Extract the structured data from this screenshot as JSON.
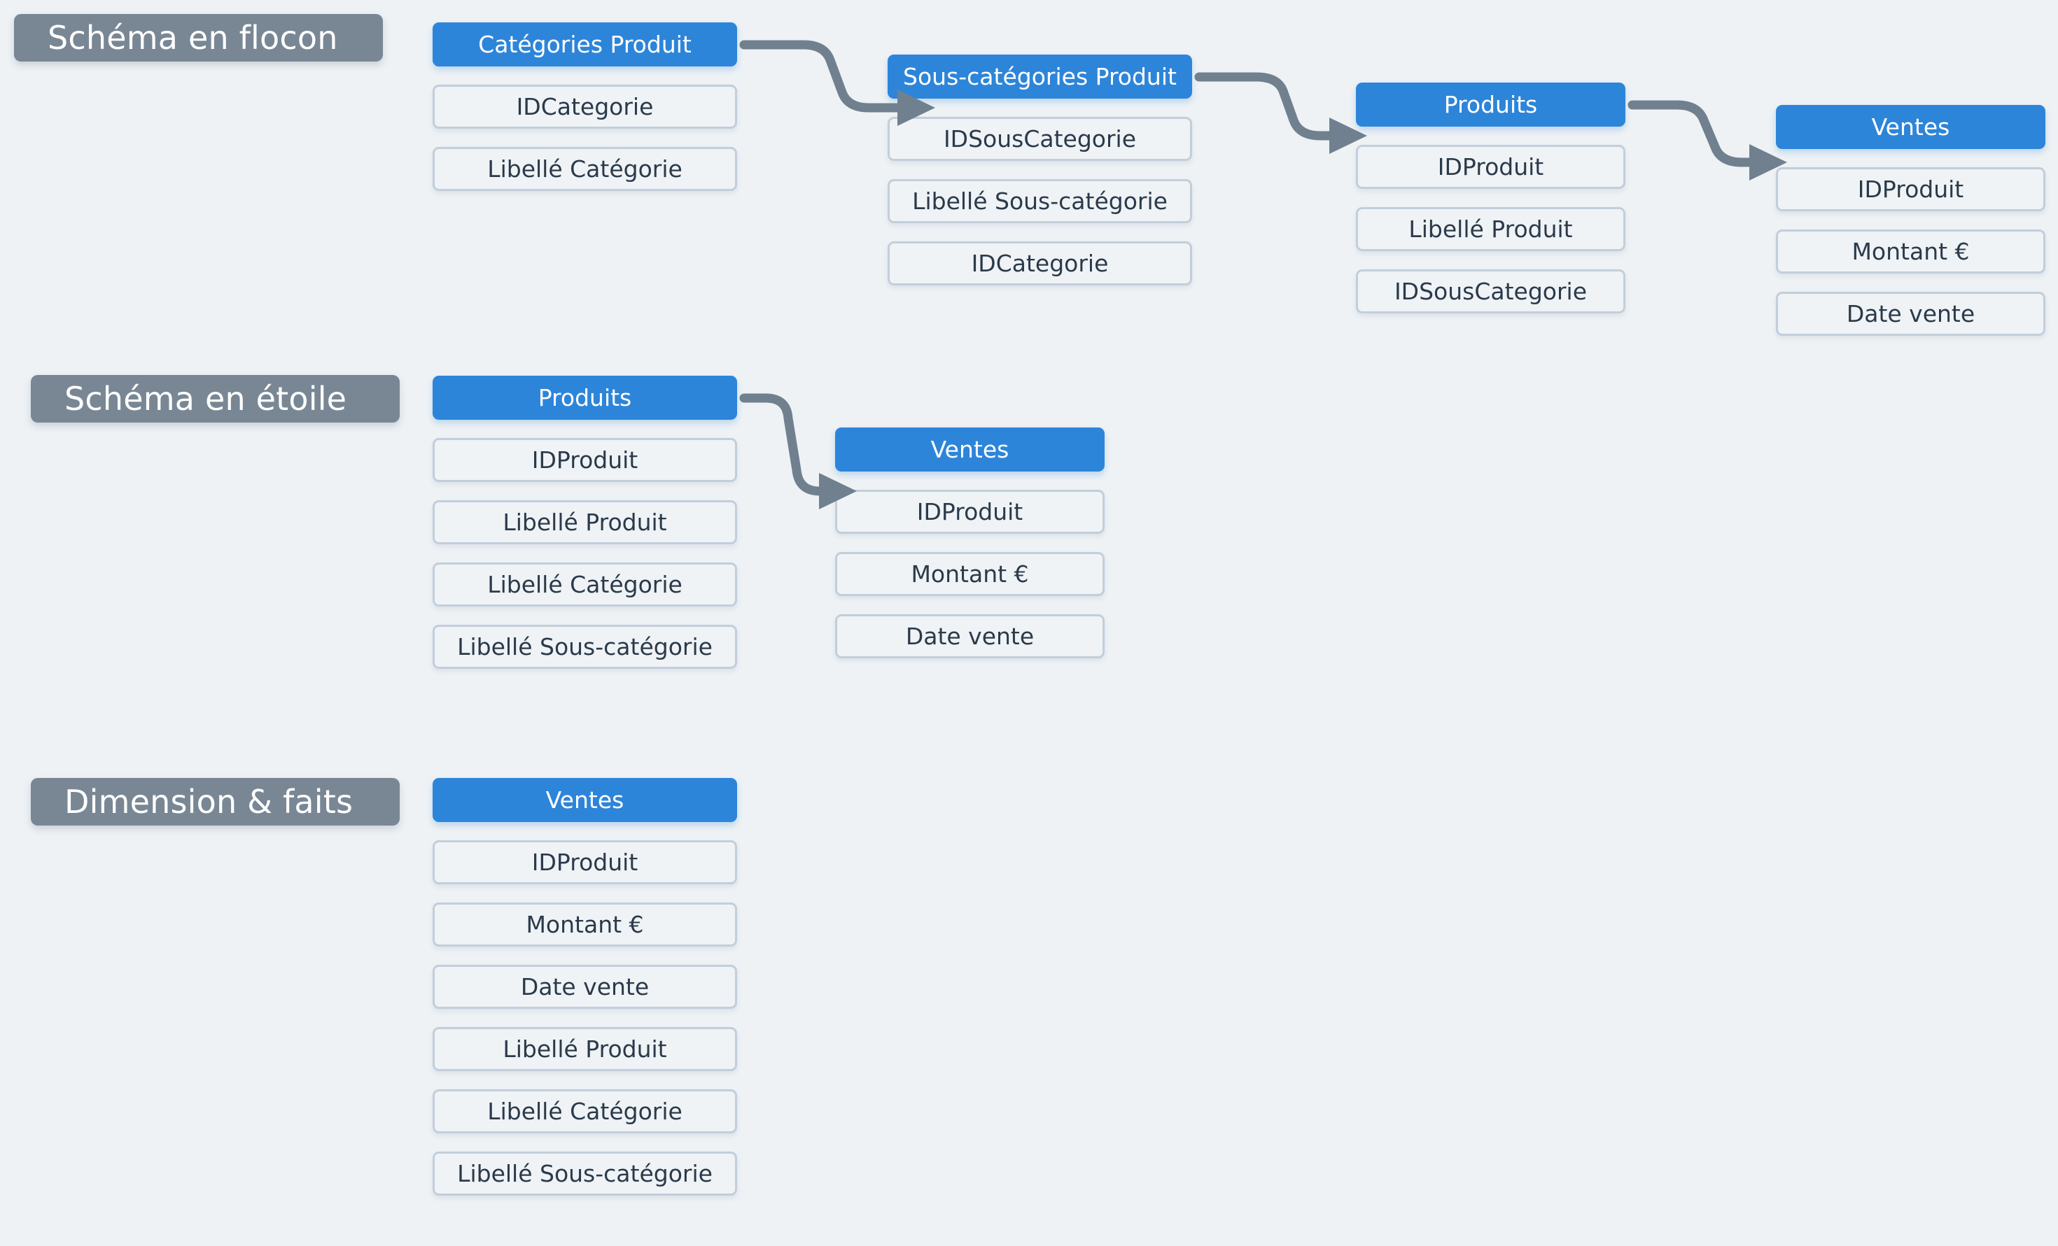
{
  "theme": {
    "background": "#eef2f5",
    "accent_blue": "#2d85d9",
    "label_gray": "#798795",
    "field_border": "#c2cedb",
    "field_fill": "#eff3f6",
    "connector_gray": "#70808f",
    "text_dark": "#2b3a4a"
  },
  "sections": [
    {
      "label": "Schéma en flocon",
      "entities": [
        {
          "title": "Catégories Produit",
          "fields": [
            "IDCategorie",
            "Libellé Catégorie"
          ]
        },
        {
          "title": "Sous-catégories Produit",
          "fields": [
            "IDSousCategorie",
            "Libellé Sous-catégorie",
            "IDCategorie"
          ]
        },
        {
          "title": "Produits",
          "fields": [
            "IDProduit",
            "Libellé Produit",
            "IDSousCategorie"
          ]
        },
        {
          "title": "Ventes",
          "fields": [
            "IDProduit",
            "Montant €",
            "Date vente"
          ]
        }
      ]
    },
    {
      "label": "Schéma en étoile",
      "entities": [
        {
          "title": "Produits",
          "fields": [
            "IDProduit",
            "Libellé Produit",
            "Libellé Catégorie",
            "Libellé Sous-catégorie"
          ]
        },
        {
          "title": "Ventes",
          "fields": [
            "IDProduit",
            "Montant €",
            "Date vente"
          ]
        }
      ]
    },
    {
      "label": "Dimension & faits",
      "entities": [
        {
          "title": "Ventes",
          "fields": [
            "IDProduit",
            "Montant €",
            "Date vente",
            "Libellé Produit",
            "Libellé Catégorie",
            "Libellé Sous-catégorie"
          ]
        }
      ]
    }
  ],
  "connectors": [
    {
      "name": "categories-to-souscategories",
      "from": "Catégories Produit",
      "to": "Sous-catégories Produit"
    },
    {
      "name": "souscategories-to-produits",
      "from": "Sous-catégories Produit",
      "to": "Produits"
    },
    {
      "name": "produits-to-ventes-flocon",
      "from": "Produits",
      "to": "Ventes"
    },
    {
      "name": "produits-to-ventes-etoile",
      "from": "Produits",
      "to": "Ventes"
    }
  ]
}
